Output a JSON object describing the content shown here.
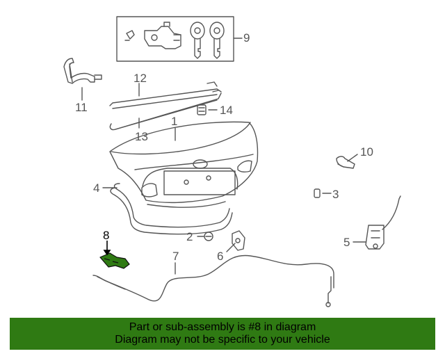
{
  "callouts": [
    {
      "id": "1",
      "label": "1"
    },
    {
      "id": "2",
      "label": "2"
    },
    {
      "id": "3",
      "label": "3"
    },
    {
      "id": "4",
      "label": "4"
    },
    {
      "id": "5",
      "label": "5"
    },
    {
      "id": "6",
      "label": "6"
    },
    {
      "id": "7",
      "label": "7"
    },
    {
      "id": "8",
      "label": "8"
    },
    {
      "id": "9",
      "label": "9"
    },
    {
      "id": "10",
      "label": "10"
    },
    {
      "id": "11",
      "label": "11"
    },
    {
      "id": "12",
      "label": "12"
    },
    {
      "id": "13",
      "label": "13"
    },
    {
      "id": "14",
      "label": "14"
    }
  ],
  "highlighted_part": "8",
  "colors": {
    "banner": "#2f7a13",
    "highlight": "#2f7a13",
    "line": "#555555"
  },
  "banner": {
    "line1": "Part or sub-assembly is #8 in diagram",
    "line2": "Diagram may not be specific to your vehicle"
  }
}
